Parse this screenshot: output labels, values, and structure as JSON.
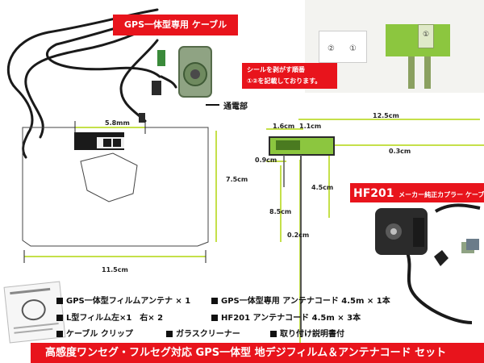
{
  "labels": {
    "cable_title": "GPS一体型専用 ケーブル",
    "seal_note_line1": "シールを剥がす順番",
    "seal_note_line2": "①②を記載しております。",
    "power_label": "通電部",
    "seal_num_1": "①",
    "seal_num_2": "②",
    "hf201_brand": "HF201",
    "hf201_desc": "メーカー純正カプラー ケーブル"
  },
  "dimensions": {
    "d_5_8": "5.8mm",
    "d_7_5": "7.5cm",
    "d_11_5": "11.5cm",
    "d_12_5": "12.5cm",
    "d_1_6": "1.6cm",
    "d_1_1": "1.1cm",
    "d_0_3": "0.3cm",
    "d_0_9": "0.9cm",
    "d_4_5": "4.5cm",
    "d_8_5": "8.5cm",
    "d_0_2": "0.2cm"
  },
  "contents": [
    "GPS一体型フィルムアンテナ × 1",
    "GPS一体型専用 アンテナコード  4.5m × 1本",
    "L型フィルム左×1　右× 2",
    "HF201 アンテナコード  4.5m × 3本",
    "ケーブル クリップ",
    "ガラスクリーナー",
    "取り付け説明書付"
  ],
  "banner": "高感度ワンセグ・フルセグ対応  GPS一体型  地デジフィルム＆アンテナコード セット",
  "colors": {
    "accent_red": "#e8141c",
    "antenna_green": "#8cc63f",
    "dimension_line": "#c5e04a"
  }
}
